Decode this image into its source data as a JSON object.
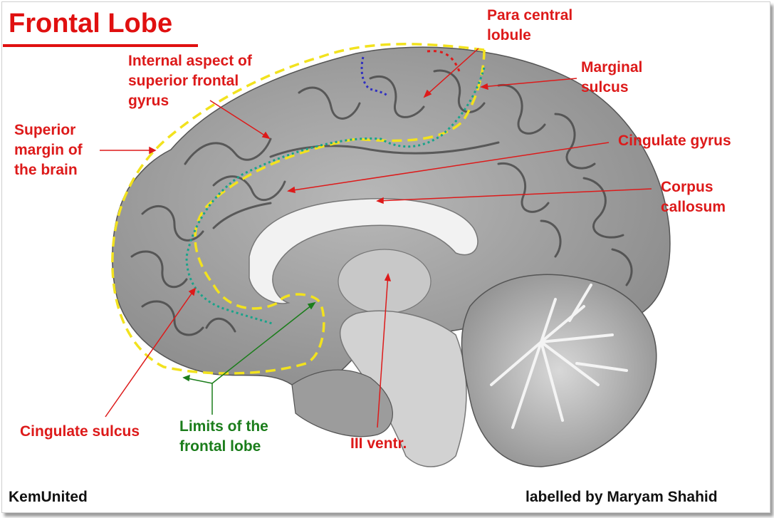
{
  "title": "Frontal Lobe",
  "labels": {
    "para_central_lobule": "Para central\nlobule",
    "internal_aspect": "Internal aspect of\nsuperior frontal\ngyrus",
    "marginal_sulcus": "Marginal\nsulcus",
    "superior_margin": "Superior\nmargin of\nthe brain",
    "cingulate_gyrus": "Cingulate gyrus",
    "corpus_callosum": "Corpus\ncallosum",
    "cingulate_sulcus": "Cingulate sulcus",
    "limits_frontal_lobe": "Limits of the\nfrontal lobe",
    "third_ventricle": "III ventr."
  },
  "footer": {
    "left": "KemUnited",
    "right": "labelled by Maryam Shahid"
  },
  "colors": {
    "label_red": "#dd1a1a",
    "label_green": "#1b7d1b",
    "boundary_yellow": "#f2e21e",
    "sulcus_teal": "#1aa38a",
    "marker_blue": "#3030c0"
  }
}
